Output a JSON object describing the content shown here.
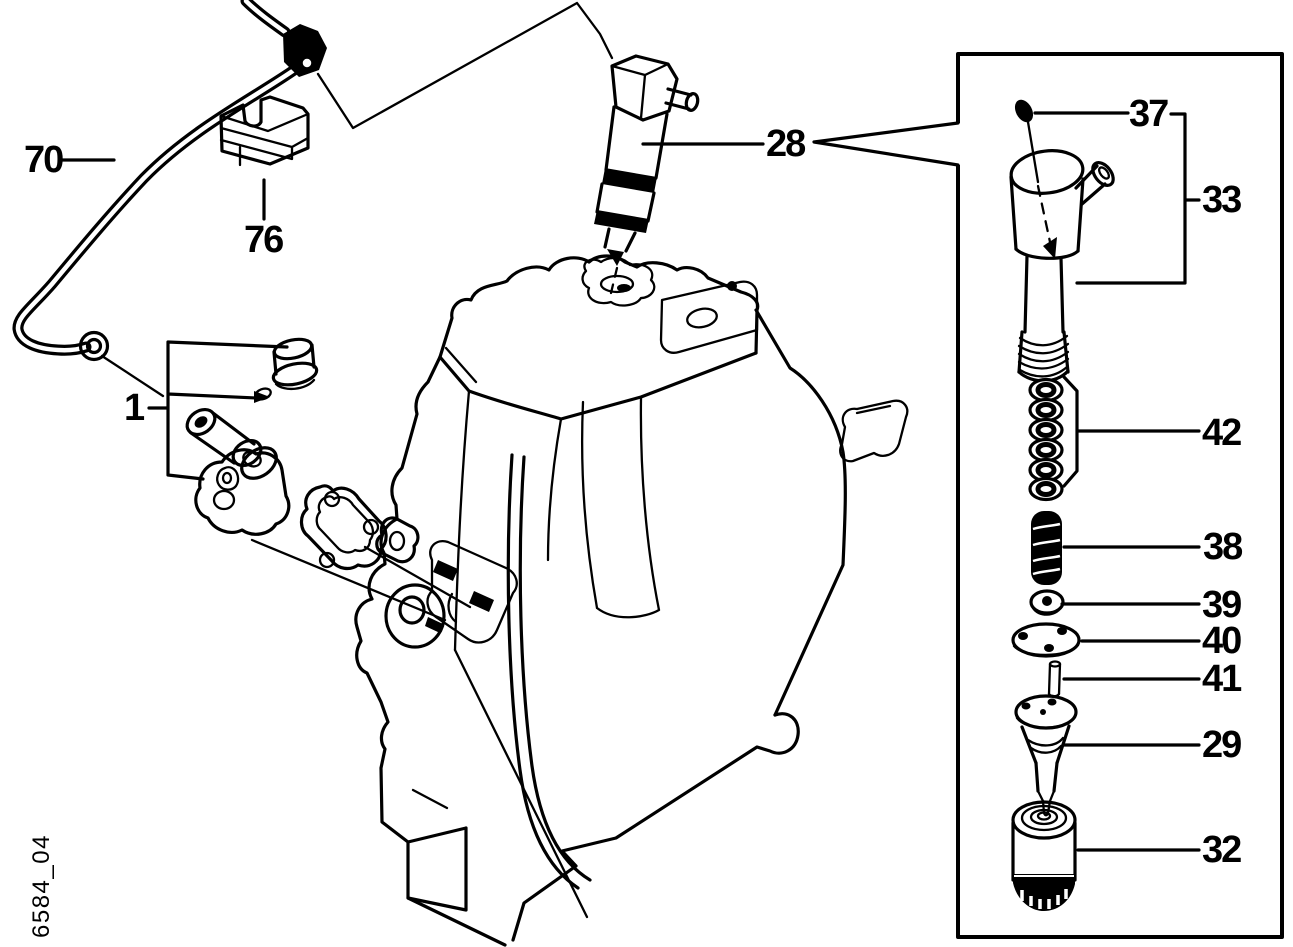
{
  "figure_code": "6584_04",
  "colors": {
    "ink": "#000000",
    "paper": "#ffffff"
  },
  "callouts": [
    {
      "id": "fuel-pipe",
      "text": "70"
    },
    {
      "id": "pipe-clamp",
      "text": "76"
    },
    {
      "id": "injection-pump",
      "text": "1"
    },
    {
      "id": "injector-assy",
      "text": "28"
    },
    {
      "id": "pin",
      "text": "37"
    },
    {
      "id": "injector-body",
      "text": "33"
    },
    {
      "id": "shim-set",
      "text": "42"
    },
    {
      "id": "spring",
      "text": "38"
    },
    {
      "id": "spring-seat-nut",
      "text": "39"
    },
    {
      "id": "spring-seat-disc",
      "text": "40"
    },
    {
      "id": "push-rod-pin",
      "text": "41"
    },
    {
      "id": "nozzle",
      "text": "29"
    },
    {
      "id": "nozzle-cap-nut",
      "text": "32"
    }
  ]
}
